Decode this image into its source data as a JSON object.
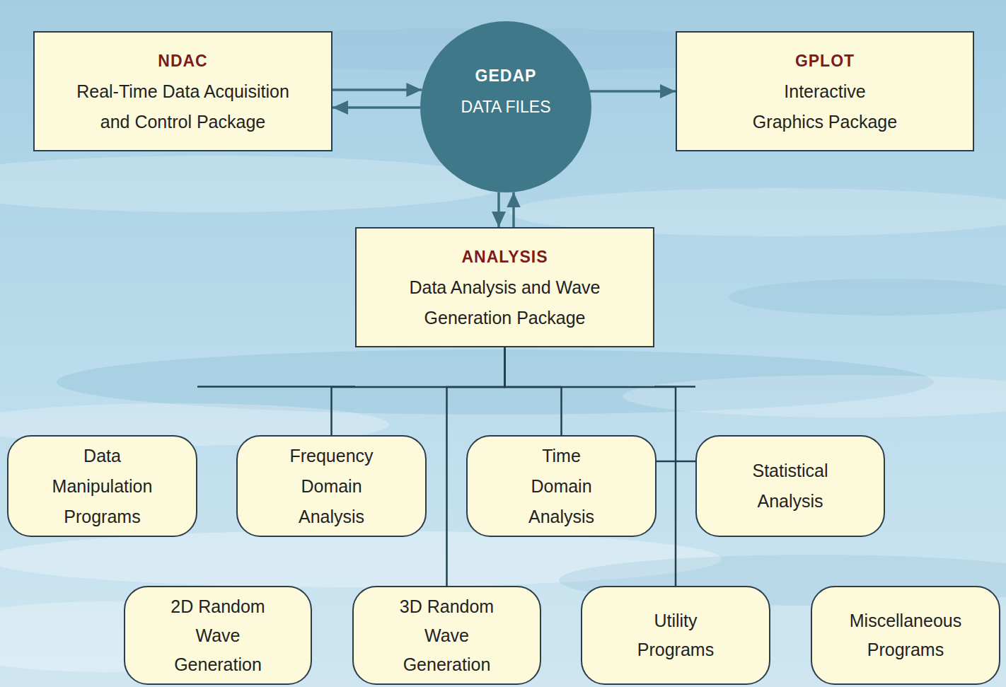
{
  "diagram": {
    "nodes": [
      {
        "text": [
          "NDAC",
          "Real-Time Data Acquisition and Control Package"
        ]
      },
      {
        "text": [
          "GEDAP",
          "DATA FILES"
        ]
      },
      {
        "text": [
          "GPLOT",
          "Interactive Graphics Package"
        ]
      },
      {
        "text": [
          "ANALYSIS",
          "Data Analysis and Wave Generation Package"
        ]
      },
      {
        "text": [
          "Data Manipulation Programs"
        ]
      },
      {
        "text": [
          "Frequency Domain Analysis"
        ]
      },
      {
        "text": [
          "Time Domain Analysis"
        ]
      },
      {
        "text": [
          "Statistical Analysis"
        ]
      },
      {
        "text": [
          "2D Random Wave Generation"
        ]
      },
      {
        "text": [
          "3D Random Wave Generation"
        ]
      },
      {
        "text": [
          "Utility Programs"
        ]
      },
      {
        "text": [
          "Miscellaneous Programs"
        ]
      }
    ],
    "edges": [
      {
        "from": 0,
        "to": 1,
        "arrow": "to"
      },
      {
        "from": 1,
        "to": 0,
        "arrow": "to"
      },
      {
        "from": 1,
        "to": 2,
        "arrow": "to"
      },
      {
        "from": 1,
        "to": 3,
        "arrow": "to"
      },
      {
        "from": 3,
        "to": 1,
        "arrow": "to"
      },
      {
        "from": 3,
        "to": 4,
        "arrow": "none"
      },
      {
        "from": 3,
        "to": 5,
        "arrow": "none"
      },
      {
        "from": 3,
        "to": 6,
        "arrow": "none"
      },
      {
        "from": 3,
        "to": 7,
        "arrow": "none"
      },
      {
        "from": 3,
        "to": 8,
        "arrow": "none"
      },
      {
        "from": 3,
        "to": 9,
        "arrow": "none"
      },
      {
        "from": 3,
        "to": 10,
        "arrow": "none"
      },
      {
        "from": 3,
        "to": 11,
        "arrow": "none"
      }
    ]
  }
}
